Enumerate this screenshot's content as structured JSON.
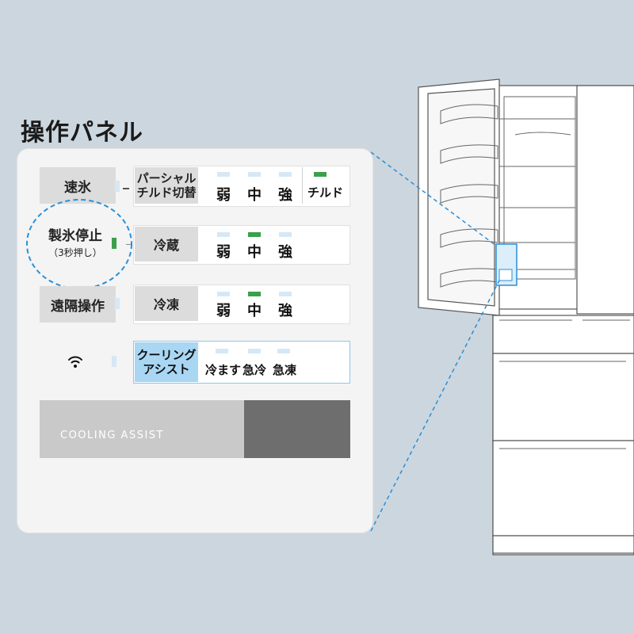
{
  "title": "操作パネル",
  "panel": {
    "rows": [
      {
        "side_label": "速氷",
        "mode_label": "パーシャル\nチルド切替",
        "levels": [
          "弱",
          "中",
          "強"
        ],
        "extra": "チルド"
      },
      {
        "side_label": "製氷停止",
        "side_sub": "（3秒押し）",
        "mode_label": "冷蔵",
        "levels": [
          "弱",
          "中",
          "強"
        ]
      },
      {
        "side_label": "遠隔操作",
        "mode_label": "冷凍",
        "levels": [
          "弱",
          "中",
          "強"
        ]
      },
      {
        "side_icon": "wifi-icon",
        "mode_label": "クーリング\nアシスト",
        "options": [
          "冷ます",
          "急冷",
          "急凍"
        ]
      }
    ],
    "banner_text": "COOLING ASSIST"
  },
  "colors": {
    "active_indicator": "#3aa04a",
    "inactive_indicator": "#d6e8f6",
    "accent_blue": "#2a8fd8",
    "assist_label": "#a9d6f3",
    "banner_light": "#c9c9c9",
    "banner_dark": "#6e6e6e"
  }
}
